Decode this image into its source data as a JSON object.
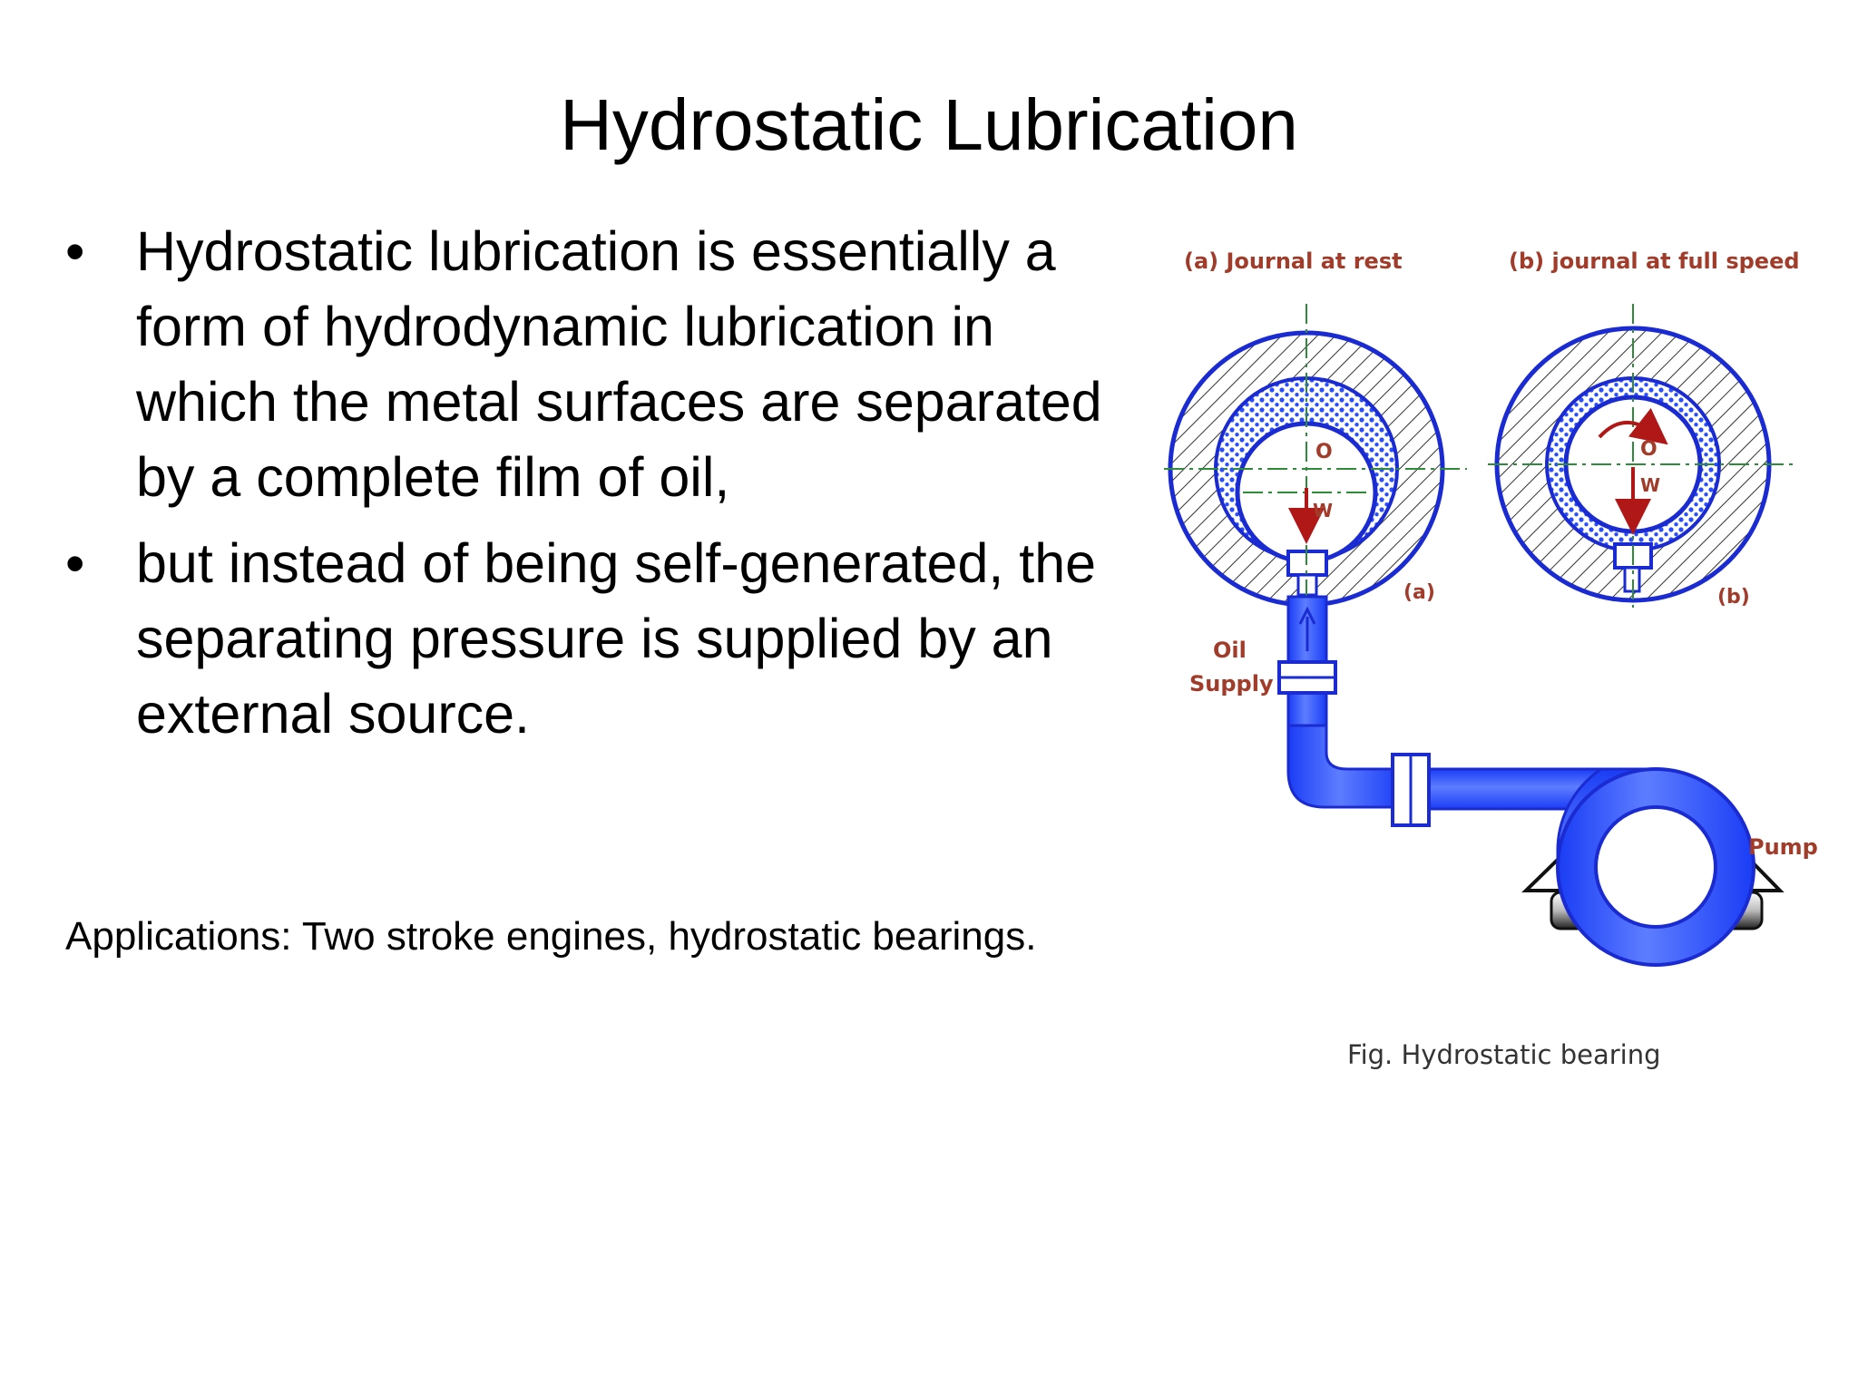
{
  "slide": {
    "title": "Hydrostatic Lubrication",
    "bullets": [
      "Hydrostatic lubrication is essentially a form of hydrodynamic lubrication in which the metal surfaces are separated by a complete film of oil,",
      "but instead of being self-generated, the separating pressure is supplied by an external source."
    ],
    "bullet_symbol": "•",
    "applications": "Applications: Two stroke engines, hydrostatic bearings."
  },
  "figure": {
    "label_a_title": "(a) Journal at rest",
    "label_b_title": "(b) journal at full speed",
    "center_a": "O",
    "weight_a": "W",
    "center_b": "O",
    "weight_b": "W",
    "tag_a": "(a)",
    "tag_b": "(b)",
    "oil_line1": "Oil",
    "oil_line2": "Supply",
    "pump": "Pump",
    "caption": "Fig. Hydrostatic bearing",
    "colors": {
      "pipe": "#2a4fff",
      "outline": "#1a2bd1",
      "label": "#a23c2a",
      "arrow": "#b01818",
      "centerline": "#2e8b3a"
    }
  }
}
